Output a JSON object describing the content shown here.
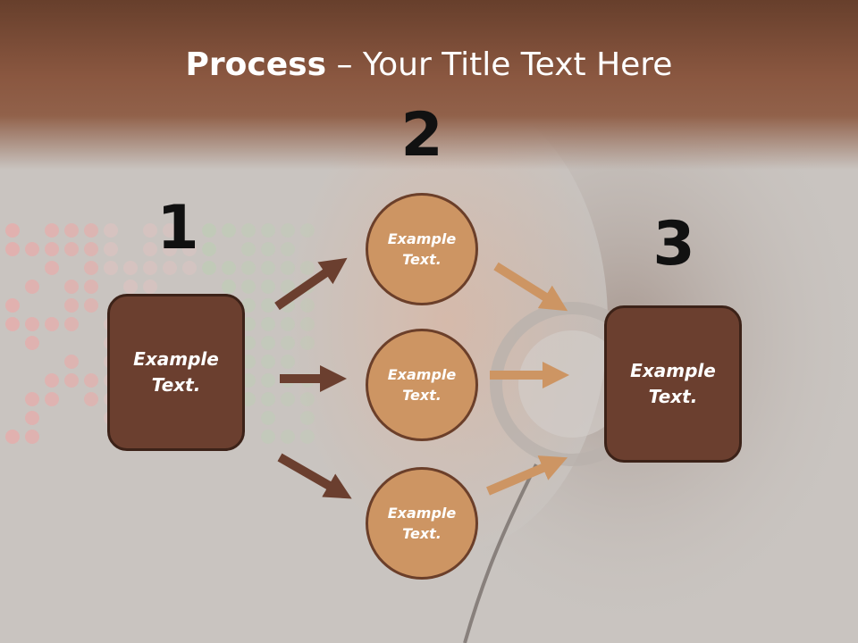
{
  "title": {
    "bold": "Process",
    "separator": " – ",
    "rest": "Your Title Text Here"
  },
  "steps": [
    {
      "number": "1",
      "label_line1": "Example",
      "label_line2": "Text."
    },
    {
      "number": "2"
    },
    {
      "number": "3",
      "label_line1": "Example",
      "label_line2": "Text."
    }
  ],
  "circles": [
    {
      "label_line1": "Example",
      "label_line2": "Text."
    },
    {
      "label_line1": "Example",
      "label_line2": "Text."
    },
    {
      "label_line1": "Example",
      "label_line2": "Text."
    }
  ],
  "colors": {
    "header": "#8a5740",
    "box_fill": "#6b3f2f",
    "circle_fill": "#cd9563",
    "arrow_left": "#6b3f2f",
    "arrow_right": "#cd9563"
  }
}
